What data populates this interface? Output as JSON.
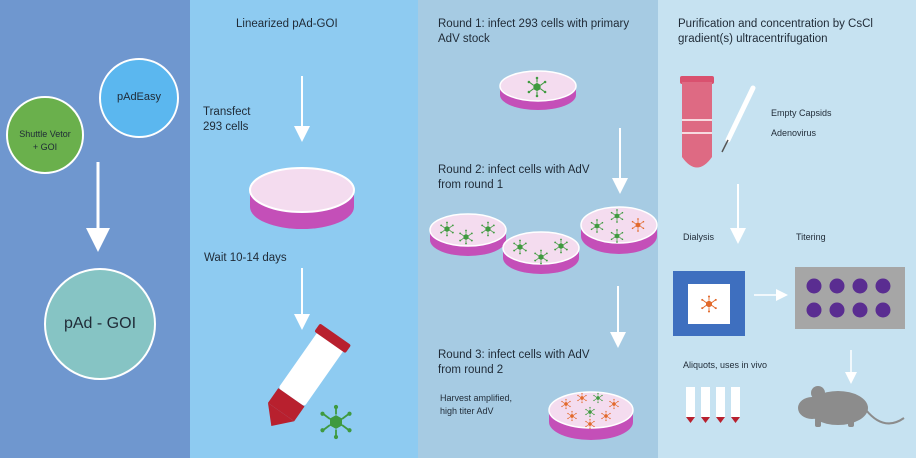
{
  "panel1": {
    "shuttle": "Shuttle Vetor\n+ GOI",
    "padeasy": "pAdEasy",
    "result": "pAd - GOI"
  },
  "panel2": {
    "title": "Linearized pAd-GOI",
    "transfect": "Transfect\n293 cells",
    "wait": "Wait 10-14 days"
  },
  "panel3": {
    "round1": "Round 1: infect 293 cells with primary\nAdV stock",
    "round2": "Round 2: infect cells with AdV\nfrom round 1",
    "round3": "Round 3: infect cells with AdV\nfrom round 2",
    "harvest": "Harvest amplified,\nhigh titer AdV"
  },
  "panel4": {
    "title": "Purification and concentration by CsCl\ngradient(s) ultracentrifugation",
    "empty_capsids": "Empty Capsids",
    "adenovirus": "Adenovirus",
    "dialysis": "Dialysis",
    "titering": "Titering",
    "aliquots": "Aliquots, uses in vivo"
  },
  "colors": {
    "panel1": "#6f97cf",
    "panel2": "#8ecbf1",
    "panel3": "#a6cbe3",
    "panel4": "#c6e2f1",
    "shuttle_circle": "#6ab04c",
    "padeasy_circle": "#5bb7ef",
    "result_circle": "#86c4c4",
    "dish_rim": "#c44fb8",
    "virus_green": "#3f9a3f",
    "virus_orange": "#e26a2c",
    "tube_red": "#b8202e",
    "plate_well": "#5a2d91"
  }
}
